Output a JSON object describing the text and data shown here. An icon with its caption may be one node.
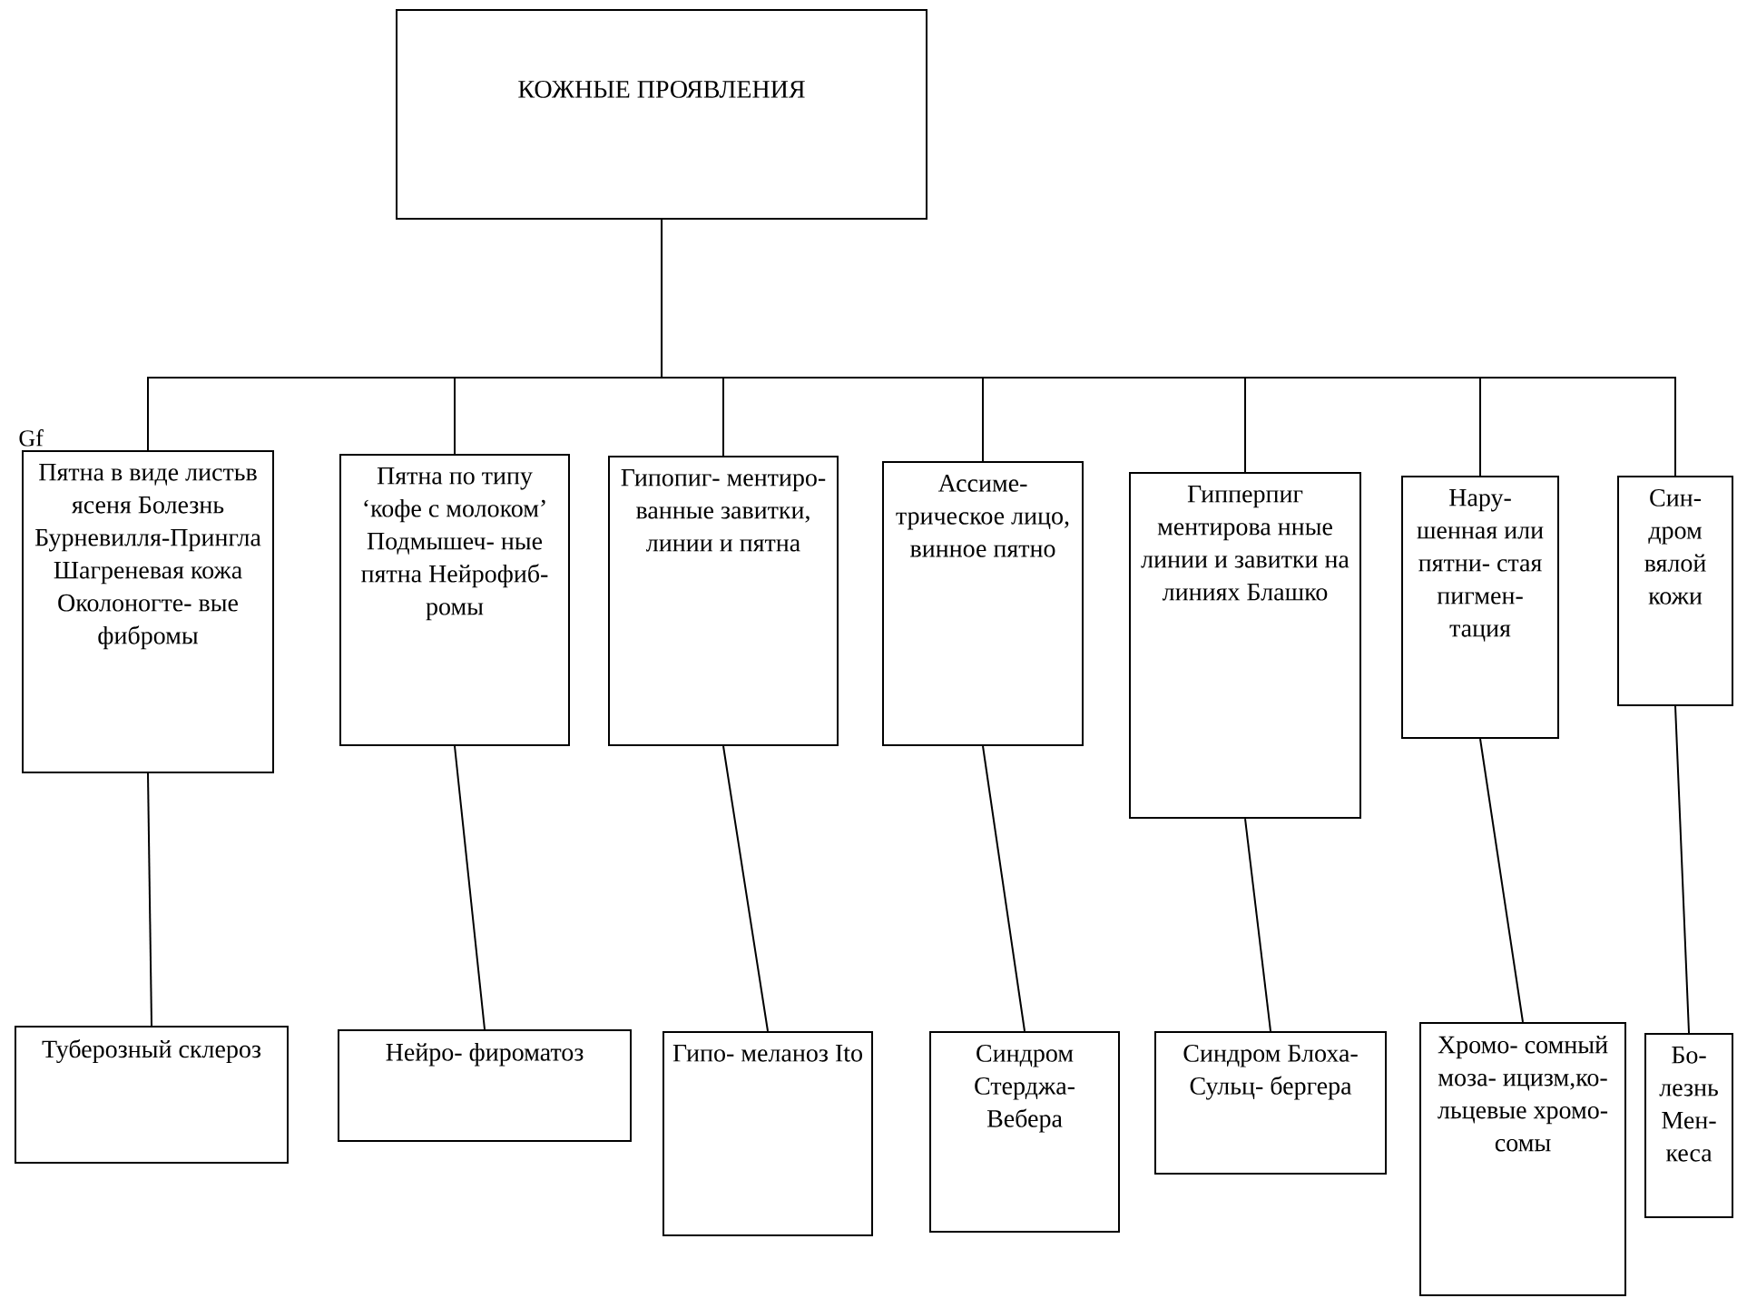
{
  "diagram": {
    "nodes": [
      {
        "text": [
          "КОЖНЫЕ ПРОЯВЛЕНИЯ"
        ]
      },
      {
        "text": [
          "Пятна в виде листьв ясеня Болезнь Бурневилля-Прингла Шагреневая кожа Околоногте- вые фибромы"
        ]
      },
      {
        "text": [
          "Пятна по типу ‘кофе с молоком’ Подмышеч- ные пятна Нейрофиб- ромы"
        ]
      },
      {
        "text": [
          "Гипопиг- ментиро- ванные завитки, линии и пятна"
        ]
      },
      {
        "text": [
          "Ассиме- трическое лицо, винное пятно"
        ]
      },
      {
        "text": [
          "Гипперпиг ментирова нные линии и завитки на линиях Блашко"
        ]
      },
      {
        "text": [
          "Нару- шенная или пятни- стая пигмен- тация"
        ]
      },
      {
        "text": [
          "Син- дром вялой кожи"
        ]
      },
      {
        "text": [
          "Туберозный склероз"
        ]
      },
      {
        "text": [
          "Нейро- фироматоз"
        ]
      },
      {
        "text": [
          "Гипо- меланоз Ito"
        ]
      },
      {
        "text": [
          "Синдром Стерджа- Вебера"
        ]
      },
      {
        "text": [
          "Синдром Блоха- Сульц- бергера"
        ]
      },
      {
        "text": [
          "Хромо- сомный моза- ицизм,ко- льцевые хромо- сомы"
        ]
      },
      {
        "text": [
          "Бо- лезнь Мен- кеса"
        ]
      }
    ],
    "edges": [
      {
        "from": 0,
        "to": 1,
        "arrow": "none"
      },
      {
        "from": 0,
        "to": 2,
        "arrow": "none"
      },
      {
        "from": 0,
        "to": 3,
        "arrow": "none"
      },
      {
        "from": 0,
        "to": 4,
        "arrow": "none"
      },
      {
        "from": 0,
        "to": 5,
        "arrow": "none"
      },
      {
        "from": 0,
        "to": 6,
        "arrow": "none"
      },
      {
        "from": 0,
        "to": 7,
        "arrow": "none"
      },
      {
        "from": 1,
        "to": 8,
        "arrow": "none"
      },
      {
        "from": 2,
        "to": 9,
        "arrow": "none"
      },
      {
        "from": 3,
        "to": 10,
        "arrow": "none"
      },
      {
        "from": 4,
        "to": 11,
        "arrow": "none"
      },
      {
        "from": 5,
        "to": 12,
        "arrow": "none"
      },
      {
        "from": 6,
        "to": 13,
        "arrow": "none"
      },
      {
        "from": 7,
        "to": 14,
        "arrow": "none"
      }
    ],
    "labels": [
      "Gf"
    ]
  }
}
